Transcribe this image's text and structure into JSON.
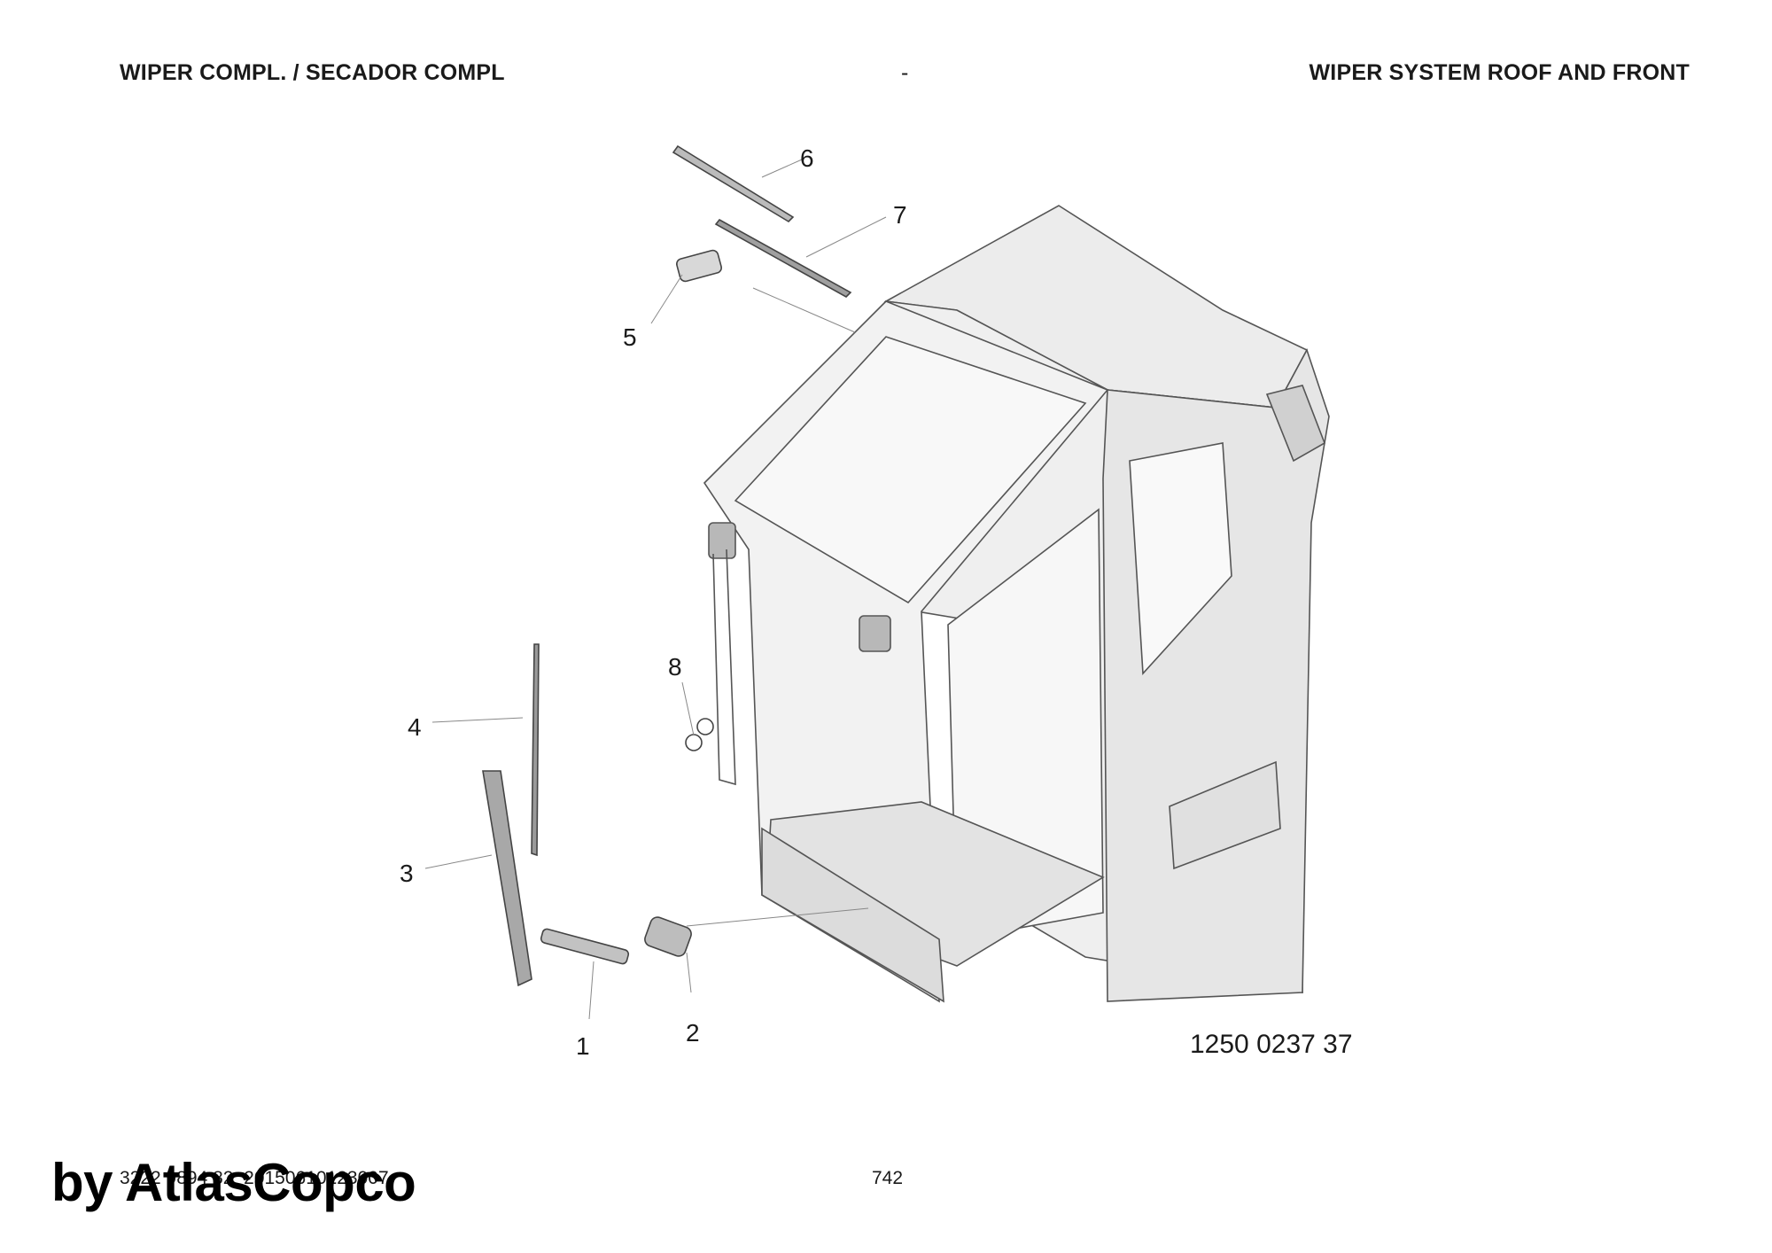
{
  "header": {
    "left_title": "WIPER COMPL. / SECADOR COMPL",
    "center": "-",
    "right_title": "WIPER SYSTEM ROOF AND FRONT"
  },
  "callouts": [
    "1",
    "2",
    "3",
    "4",
    "5",
    "6",
    "7",
    "8"
  ],
  "drawing_number": "1250 0237 37",
  "footer": {
    "doc_id": "3222 9894 82_20150610123007",
    "page_number": "742"
  },
  "watermark": "by AtlasCopco",
  "colors": {
    "line": "#555555",
    "fill": "#ececec",
    "ink": "#1a1a1a"
  }
}
